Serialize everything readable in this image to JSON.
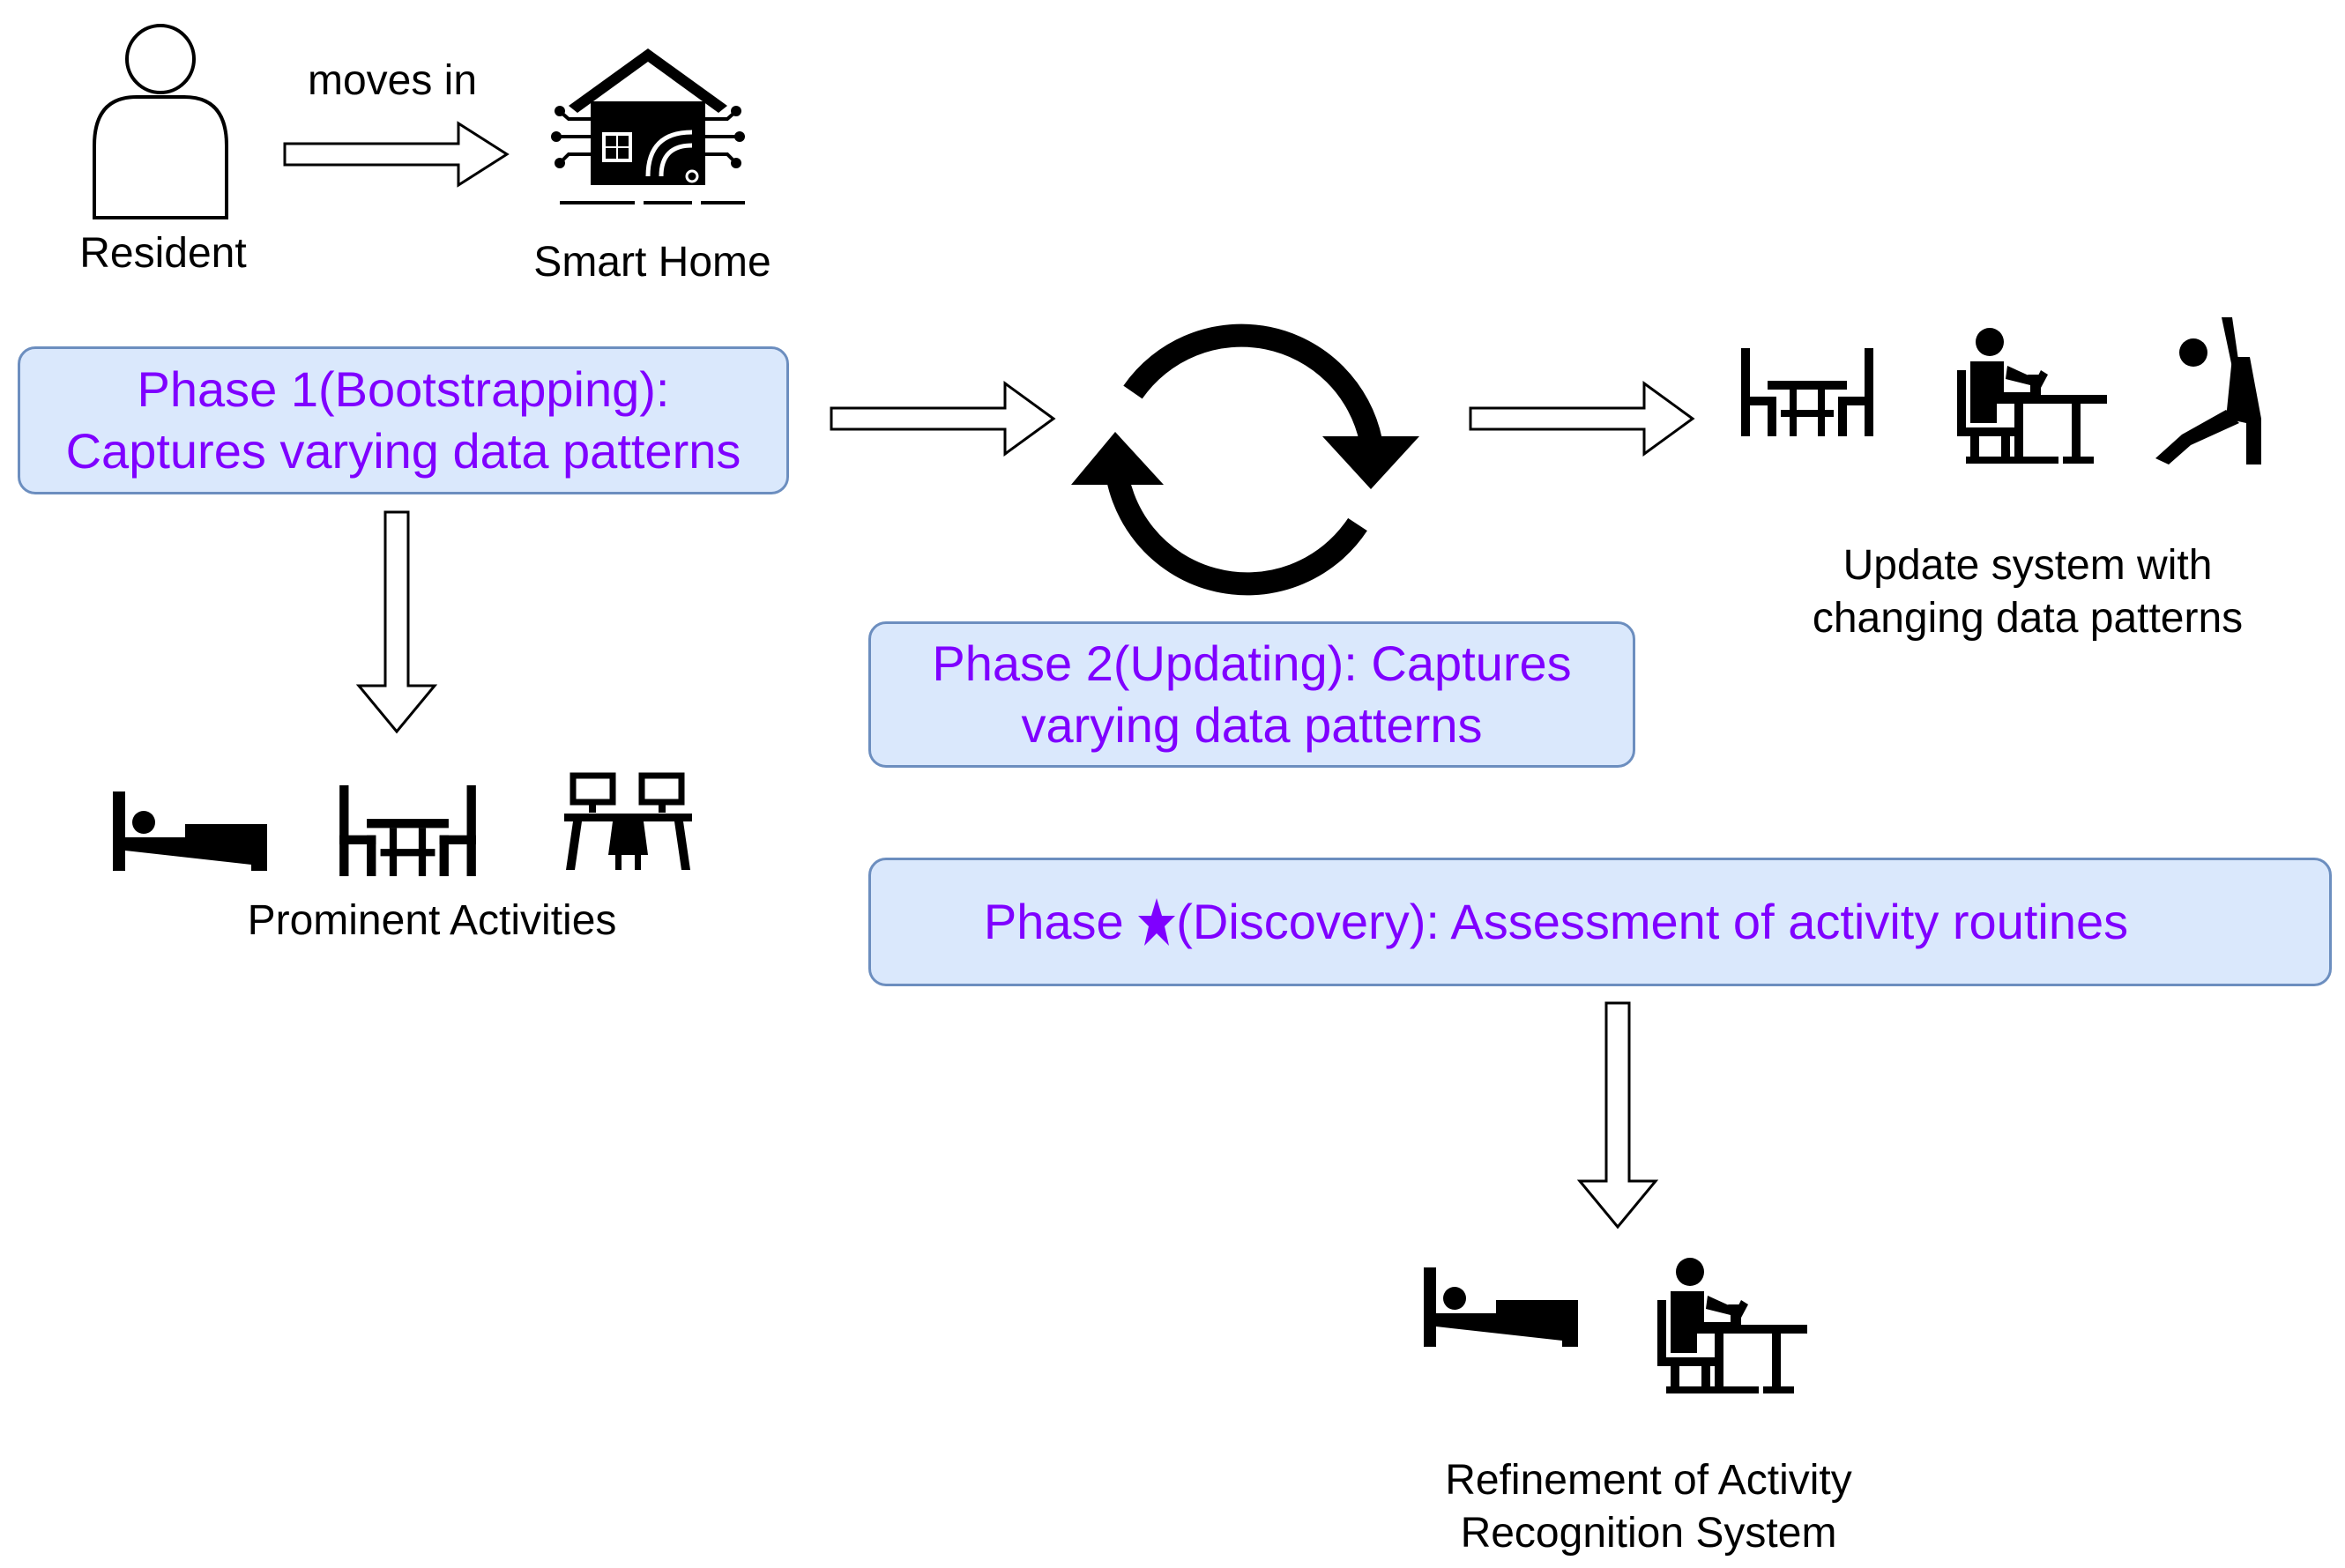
{
  "resident": {
    "label": "Resident",
    "icon": "person-outline-icon"
  },
  "arrow_label": "moves in",
  "smart_home": {
    "label": "Smart Home",
    "icon": "smart-home-icon"
  },
  "phase1": {
    "line1": "Phase 1(Bootstrapping):",
    "line2": "Captures varying data patterns"
  },
  "phase2": {
    "line1": "Phase 2(Updating): Captures",
    "line2": "varying data patterns"
  },
  "phase_star": {
    "prefix": "Phase",
    "star_icon": "star-icon",
    "suffix": "(Discovery): Assessment of activity routines"
  },
  "prominent_activities": {
    "label": "Prominent Activities",
    "icons": [
      "bed-sleeping-icon",
      "dining-table-icon",
      "computer-desks-icon"
    ]
  },
  "update_system": {
    "line1": "Update system with",
    "line2": "changing data patterns",
    "icons": [
      "dining-table-icon",
      "person-at-desk-icon",
      "exercise-stretch-icon"
    ]
  },
  "refinement": {
    "line1": "Refinement of Activity",
    "line2": "Recognition System",
    "icons": [
      "bed-sleeping-icon",
      "person-at-desk-icon"
    ]
  },
  "cycle_icon": "refresh-cycle-icon",
  "colors": {
    "phase_text": "#7f00ff",
    "box_fill": "#dae8fc",
    "box_border": "#6c8ebf"
  }
}
